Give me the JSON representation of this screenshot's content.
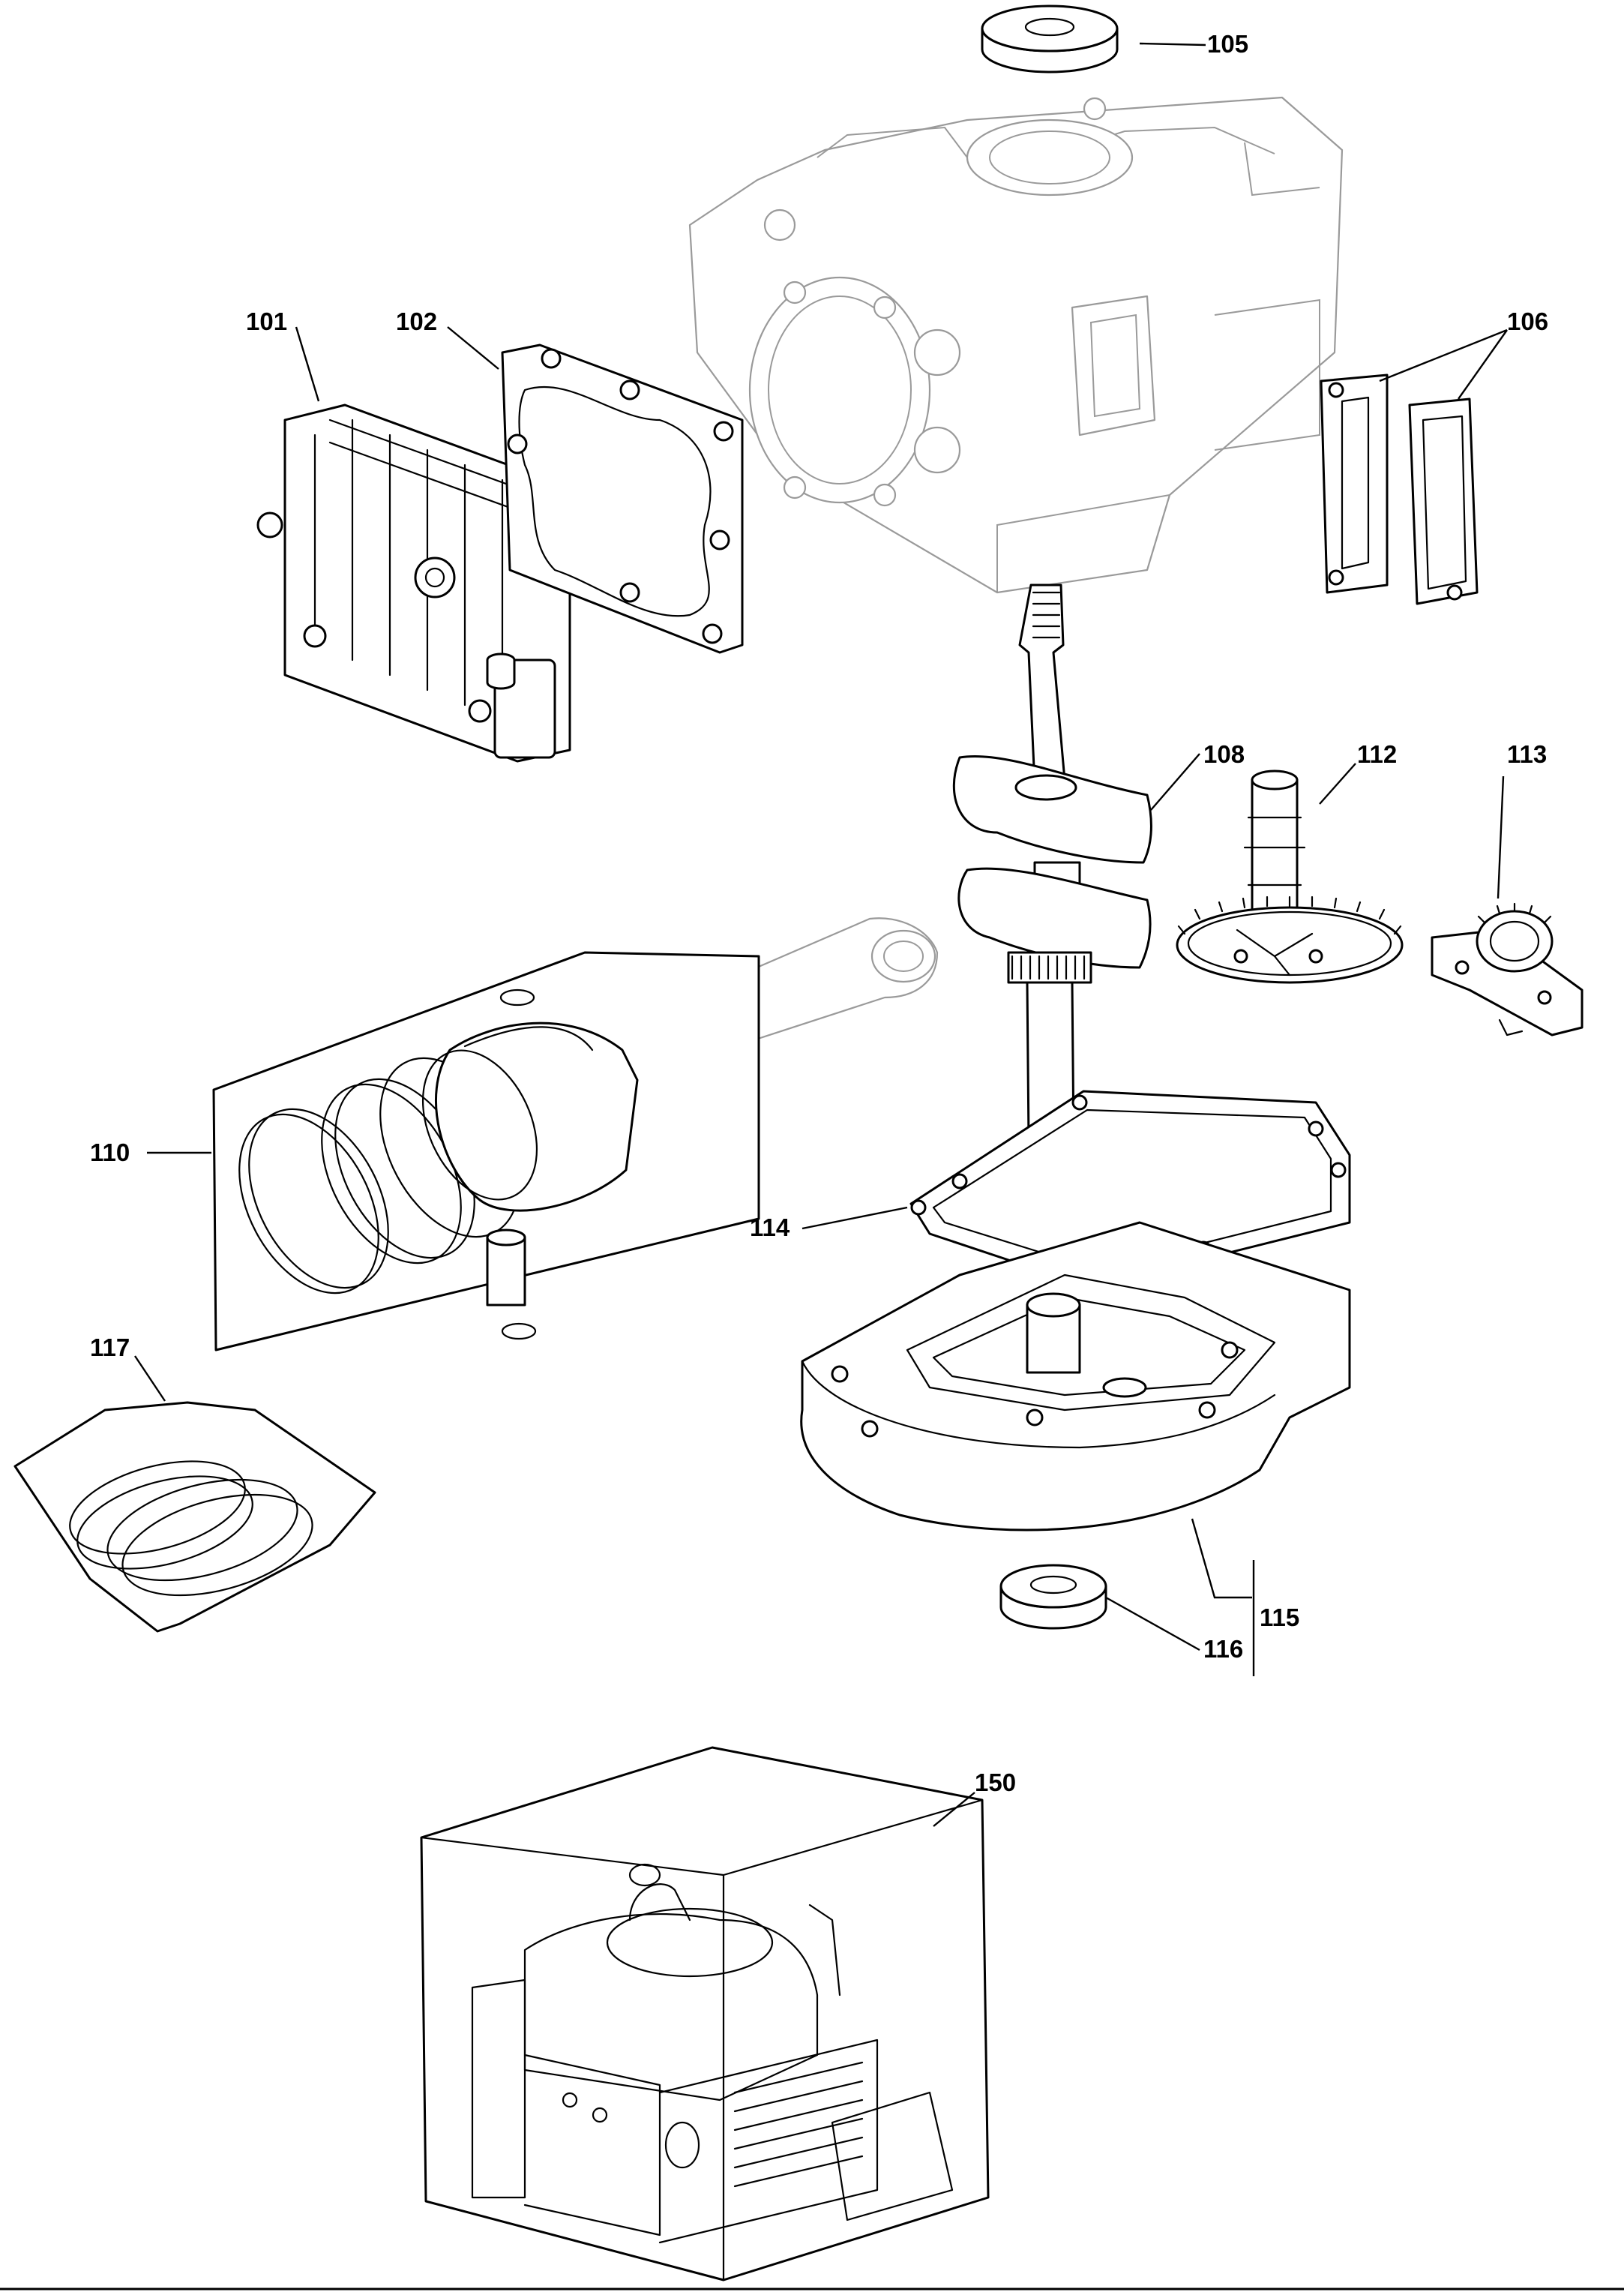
{
  "callouts": {
    "c101": "101",
    "c102": "102",
    "c105": "105",
    "c106": "106",
    "c108": "108",
    "c110": "110",
    "c112": "112",
    "c113": "113",
    "c114": "114",
    "c115": "115",
    "c116": "116",
    "c117": "117",
    "c150": "150"
  },
  "colors": {
    "line": "#000000",
    "ghost_line": "#9a9a9a",
    "background": "#ffffff"
  }
}
